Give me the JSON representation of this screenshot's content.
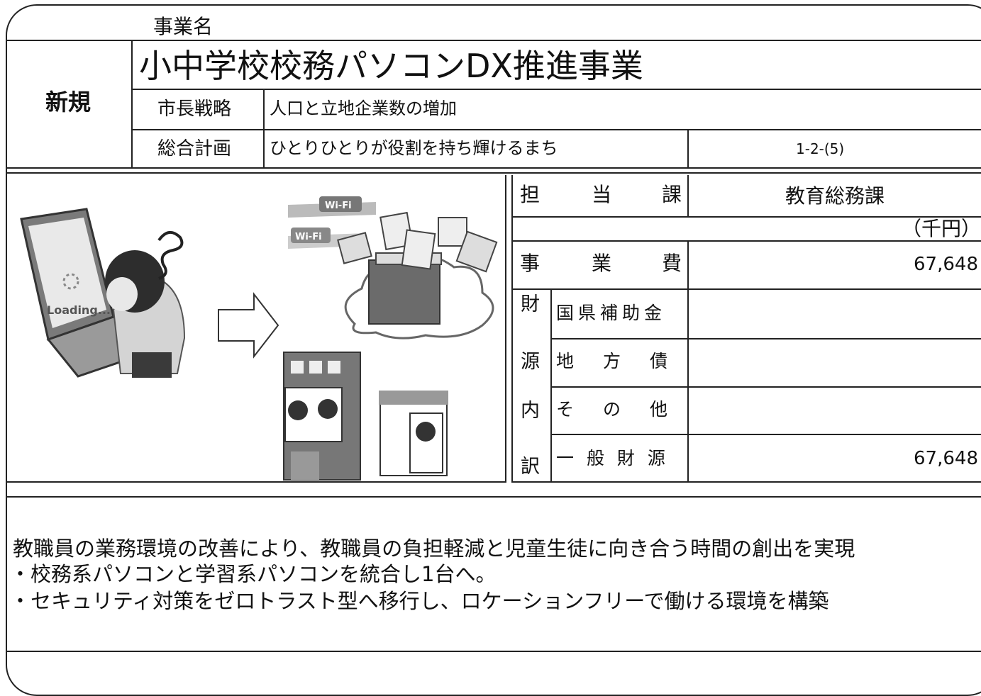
{
  "header": {
    "label_project_name": "事業名",
    "category": "新規",
    "project_title": "小中学校校務パソコンDX推進事業",
    "strategy_label": "市長戦略",
    "strategy_value": "人口と立地企業数の増加",
    "plan_label": "総合計画",
    "plan_value": "ひとりひとりが役割を持ち輝けるまち",
    "plan_code": "1-2-(5)"
  },
  "illustration": {
    "wifi_text_1": "Wi-Fi",
    "wifi_text_2": "Wi-Fi",
    "loading_text": "Loading..."
  },
  "budget": {
    "dept_label": [
      "担",
      "当",
      "課"
    ],
    "dept_value": "教育総務課",
    "unit": "（千円）",
    "total_label": [
      "事",
      "業",
      "費"
    ],
    "total_value": "67,648",
    "breakdown_label_chars": [
      "財",
      "源",
      "内",
      "訳"
    ],
    "rows": [
      {
        "label": "国県補助金",
        "value": ""
      },
      {
        "label": "地　方　債",
        "value": ""
      },
      {
        "label": "そ　の　他",
        "value": ""
      },
      {
        "label": "一 般 財 源",
        "value": "67,648"
      }
    ]
  },
  "description": {
    "line1": "教職員の業務環境の改善により、教職員の負担軽減と児童生徒に向き合う時間の創出を実現",
    "line2": "・校務系パソコンと学習系パソコンを統合し1台へ。",
    "line3": "・セキュリティ対策をゼロトラスト型へ移行し、ロケーションフリーで働ける環境を構築"
  }
}
